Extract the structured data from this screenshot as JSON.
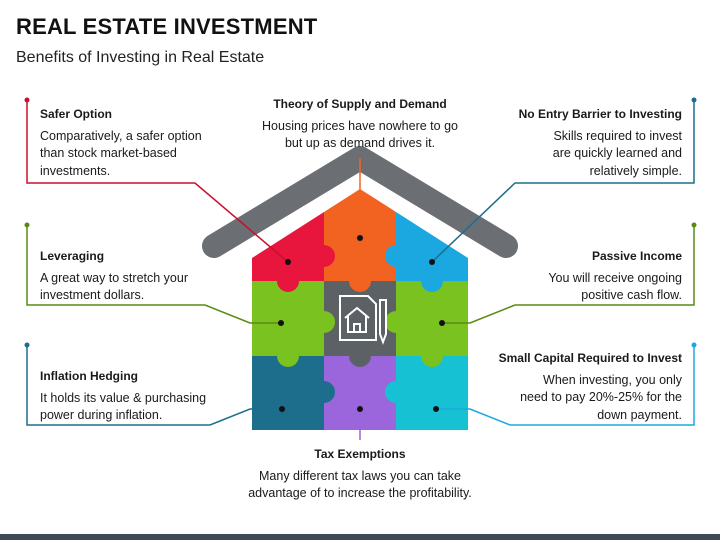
{
  "title": "REAL ESTATE INVESTMENT",
  "subtitle": "Benefits of Investing in Real Estate",
  "colors": {
    "red": "#e8163c",
    "orange": "#f26322",
    "sky": "#1ba7e0",
    "green": "#7ac21f",
    "teal": "#1c6e8c",
    "purple": "#9b65dc",
    "cyan": "#16c1d4",
    "gray": "#5c6166",
    "roof": "#6b6e72"
  },
  "center_icon": "house-document-pen-icon",
  "benefits": {
    "safer": {
      "heading": "Safer Option",
      "text": "Comparatively, a safer option\nthan stock market-based\ninvestments."
    },
    "supply": {
      "heading": "Theory of Supply and Demand",
      "text": "Housing prices have nowhere to go\nbut up as demand drives it."
    },
    "barrier": {
      "heading": "No Entry Barrier to Investing",
      "text": "Skills required to invest\nare quickly learned and\nrelatively simple."
    },
    "leveraging": {
      "heading": "Leveraging",
      "text": "A great way to stretch your\ninvestment dollars."
    },
    "passive": {
      "heading": "Passive Income",
      "text": "You will receive ongoing\npositive cash flow."
    },
    "inflation": {
      "heading": "Inflation Hedging",
      "text": "It holds its value & purchasing\npower during inflation."
    },
    "smallcap": {
      "heading": "Small Capital Required to Invest",
      "text": "When investing, you only\nneed to pay 20%-25% for the\ndown payment."
    },
    "tax": {
      "heading": "Tax Exemptions",
      "text": "Many different tax laws you can take\nadvantage of to increase the profitability."
    }
  }
}
